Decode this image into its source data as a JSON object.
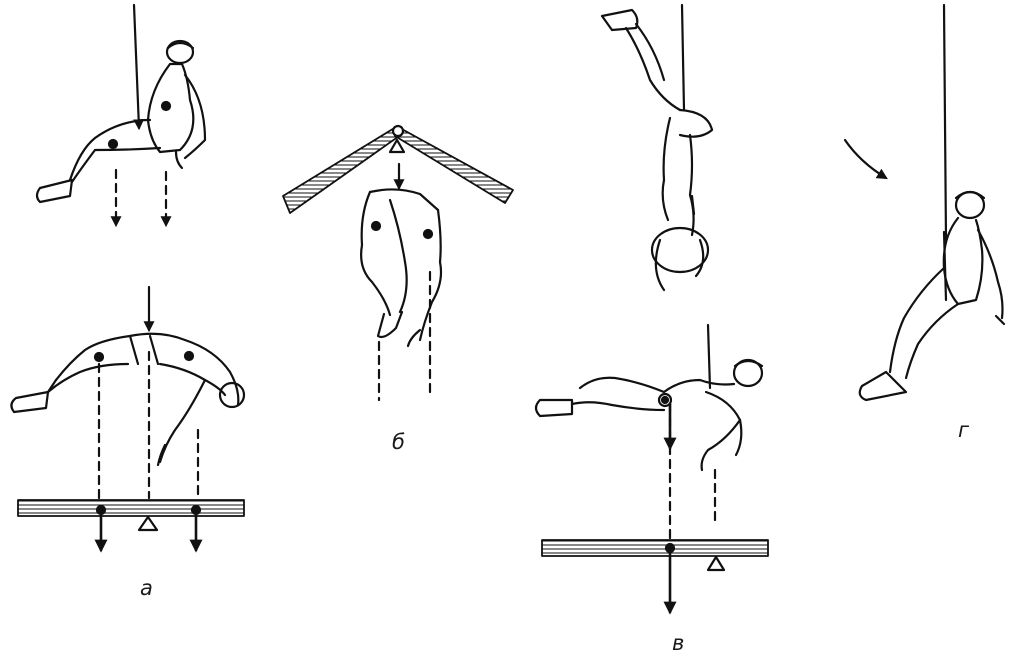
{
  "figure": {
    "labels": {
      "a": "а",
      "b": "б",
      "v": "в",
      "g": "г"
    },
    "colors": {
      "ink": "#111111",
      "background": "#ffffff"
    }
  }
}
